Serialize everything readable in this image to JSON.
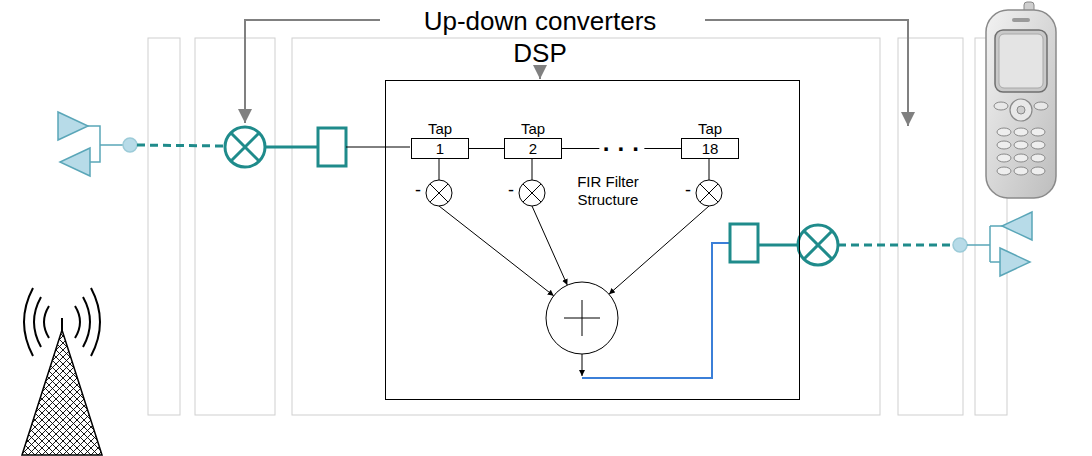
{
  "diagram": {
    "nodes": [
      {
        "text": [
          "FIR Filter Structure"
        ]
      },
      {
        "text": [
          "Tap",
          "1"
        ],
        "in": 0
      },
      {
        "text": [
          "Tap",
          "2"
        ],
        "in": 0
      },
      {
        "text": [
          "Tap",
          "18"
        ],
        "in": 0
      }
    ],
    "edges": [
      {
        "from": 1,
        "to": 2,
        "arrow": "none"
      },
      {
        "from": 2,
        "to": 3,
        "label": "· · ·",
        "arrow": "none"
      }
    ],
    "labels": [
      "Up-down converters",
      "DSP",
      "-",
      "-",
      "-"
    ]
  }
}
